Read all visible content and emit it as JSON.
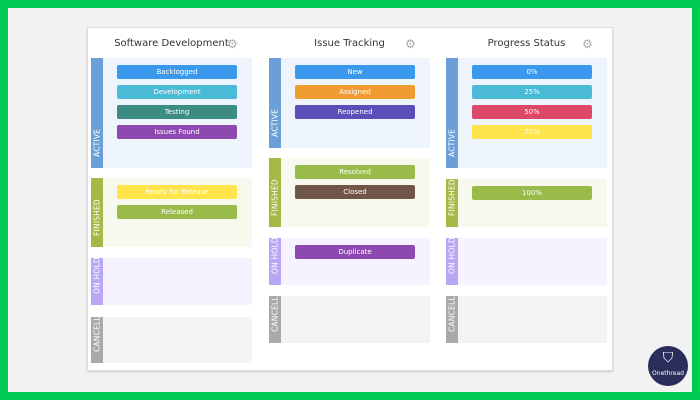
{
  "columns": [
    {
      "title": "Software Development",
      "sections": [
        {
          "label": "ACTIVE",
          "cards": [
            {
              "label": "Backlogged",
              "color": "#3a99ec"
            },
            {
              "label": "Development",
              "color": "#4bbad6"
            },
            {
              "label": "Testing",
              "color": "#3b8c83"
            },
            {
              "label": "Issues Found",
              "color": "#8e49b0"
            }
          ]
        },
        {
          "label": "FINISHED",
          "cards": [
            {
              "label": "Ready for Release",
              "color": "#ffe44b"
            },
            {
              "label": "Released",
              "color": "#99bb4a"
            }
          ]
        },
        {
          "label": "ON HOLD",
          "cards": []
        },
        {
          "label": "CANCELLED",
          "cards": []
        }
      ]
    },
    {
      "title": "Issue Tracking",
      "sections": [
        {
          "label": "ACTIVE",
          "cards": [
            {
              "label": "New",
              "color": "#3a99ec"
            },
            {
              "label": "Assigned",
              "color": "#f19c30"
            },
            {
              "label": "Reopened",
              "color": "#5a4fb8"
            }
          ]
        },
        {
          "label": "FINISHED",
          "cards": [
            {
              "label": "Resolved",
              "color": "#99bb4a"
            },
            {
              "label": "Closed",
              "color": "#6f5546"
            }
          ]
        },
        {
          "label": "ON HOLD",
          "cards": [
            {
              "label": "Duplicate",
              "color": "#8e49b0"
            }
          ]
        },
        {
          "label": "CANCELLED",
          "cards": []
        }
      ]
    },
    {
      "title": "Progress Status",
      "sections": [
        {
          "label": "ACTIVE",
          "cards": [
            {
              "label": "0%",
              "color": "#3a99ec"
            },
            {
              "label": "25%",
              "color": "#4bbad6"
            },
            {
              "label": "50%",
              "color": "#db4868"
            },
            {
              "label": "75%",
              "color": "#ffe44b"
            }
          ]
        },
        {
          "label": "FINISHED",
          "cards": [
            {
              "label": "100%",
              "color": "#99bb4a"
            }
          ]
        },
        {
          "label": "ON HOLD",
          "cards": []
        },
        {
          "label": "CANCELLED",
          "cards": []
        }
      ]
    }
  ],
  "section_styles": {
    "ACTIVE": {
      "stripe": "#6a9fd8",
      "bg": "#eef4fc"
    },
    "FINISHED": {
      "stripe": "#a5b946",
      "bg": "#f7f9ee"
    },
    "ON HOLD": {
      "stripe": "#b9a6f5",
      "bg": "#f5f3ff"
    },
    "CANCELLED": {
      "stripe": "#a9a9a9",
      "bg": "#f3f3f3"
    }
  },
  "gear_icon": "gear-icon",
  "logo": {
    "text": "Onethread"
  }
}
